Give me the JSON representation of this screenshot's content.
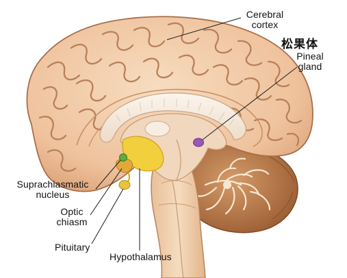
{
  "labels": {
    "cerebral_cortex": "Cerebral\ncortex",
    "pineal_chinese": "松果体",
    "pineal_gland": "Pineal\ngland",
    "suprachiasmatic_nucleus": "Suprachiasmatic\nnucleus",
    "optic_chiasm": "Optic\nchiasm",
    "pituitary": "Pituitary",
    "hypothalamus": "Hypothalamus"
  },
  "colors": {
    "cortex": "#f2c9a4",
    "gyrus_line": "#b97f5a",
    "corpus_callosum": "#f8efe6",
    "hypothalamus": "#f2cf3c",
    "pineal": "#9a56b8",
    "suprachiasmatic": "#5fae3d",
    "pituitary": "#e9c23d",
    "cerebellum": "#b97c4a",
    "brainstem": "#f0cfa9"
  }
}
